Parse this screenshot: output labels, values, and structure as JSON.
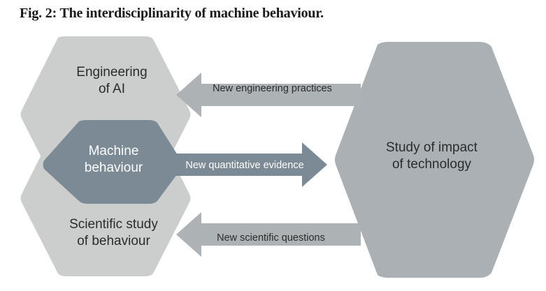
{
  "figure": {
    "title": "Fig. 2: The interdisciplinarity of machine behaviour."
  },
  "diagram": {
    "type": "flow-diagram",
    "nodes": [
      {
        "id": "engineering-of-ai",
        "label": "Engineering\nof AI",
        "shape": "hexagon",
        "fill": "#cccdcd",
        "text_color": "#2b2b2b",
        "side": "left",
        "position": "top"
      },
      {
        "id": "machine-behaviour",
        "label": "Machine\nbehaviour",
        "shape": "hexagon",
        "fill": "#7b8a94",
        "text_color": "#ffffff",
        "side": "left",
        "position": "middle"
      },
      {
        "id": "scientific-study-of-behaviour",
        "label": "Scientific study\nof behaviour",
        "shape": "hexagon",
        "fill": "#cccdcd",
        "text_color": "#2b2b2b",
        "side": "left",
        "position": "bottom"
      },
      {
        "id": "study-of-impact-of-technology",
        "label": "Study of impact\nof technology",
        "shape": "hexagon",
        "fill": "#aab0b4",
        "text_color": "#2b2b2b",
        "side": "right",
        "position": "middle"
      }
    ],
    "edges": [
      {
        "id": "new-engineering-practices",
        "label": "New engineering practices",
        "from": "study-of-impact-of-technology",
        "to": "engineering-of-ai",
        "direction": "left",
        "fill": "#adb2b5",
        "text_color": "#2b2b2b"
      },
      {
        "id": "new-quantitative-evidence",
        "label": "New quantitative evidence",
        "from": "machine-behaviour",
        "to": "study-of-impact-of-technology",
        "direction": "right",
        "fill": "#7b8a94",
        "text_color": "#ffffff"
      },
      {
        "id": "new-scientific-questions",
        "label": "New scientific questions",
        "from": "study-of-impact-of-technology",
        "to": "scientific-study-of-behaviour",
        "direction": "left",
        "fill": "#adb2b5",
        "text_color": "#2b2b2b"
      }
    ],
    "colors": {
      "background": "#ffffff",
      "light_hex": "#cccdcd",
      "mid_hex": "#aab0b4",
      "dark_hex": "#7b8a94",
      "arrow_light": "#adb2b5",
      "title_text": "#1a1a1a"
    }
  }
}
